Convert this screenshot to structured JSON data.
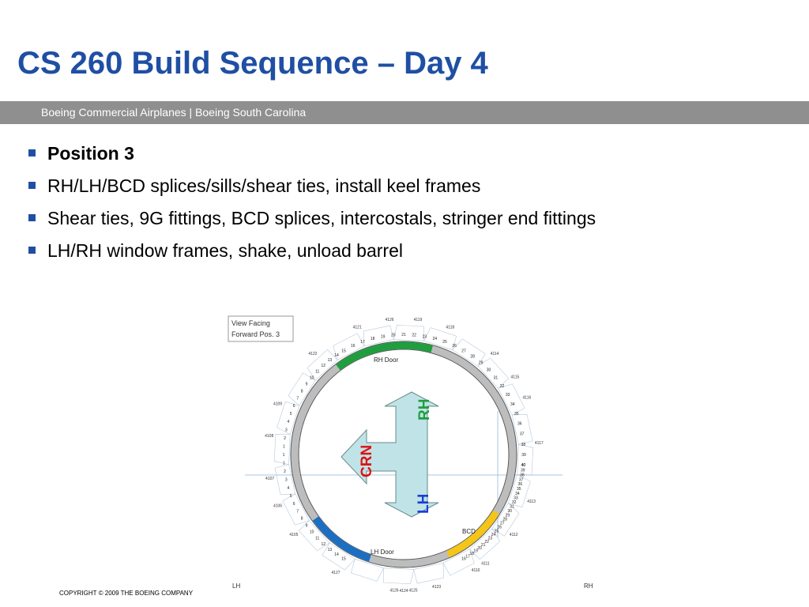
{
  "slide": {
    "title": "CS 260 Build Sequence – Day 4",
    "band_text": "Boeing Commercial Airplanes | Boeing South Carolina",
    "bullets": [
      "Position 3",
      "RH/LH/BCD splices/sills/shear ties, install keel frames",
      "Shear ties, 9G fittings, BCD splices, intercostals, stringer end fittings",
      "LH/RH window frames, shake, unload barrel"
    ],
    "copyright": "COPYRIGHT © 2009 THE BOEING COMPANY"
  },
  "diagram": {
    "view_box_line1": "View Facing",
    "view_box_line2": "Forward Pos. 3",
    "rh_door_label": "RH Door",
    "lh_door_label": "LH Door",
    "bcd_label": "BCD",
    "arrow_rh": "RH",
    "arrow_lh": "LH",
    "arrow_crn": "CRN",
    "bottom_lh": "LH",
    "bottom_rh": "RH",
    "colors": {
      "ring": "#bdbdbd",
      "rh_door": "#1f9e3f",
      "lh_door": "#1a6fc4",
      "bcd": "#f5c518",
      "arrow_fill": "#bfe3e6",
      "rh_text": "#1f9e3f",
      "lh_text": "#1a3fd6",
      "crn_text": "#e01010",
      "title": "#1f4fa3"
    },
    "panels": [
      "4126",
      "4119",
      "4121",
      "4118",
      "4122",
      "4114",
      "4115",
      "4109",
      "4116",
      "4108",
      "4117",
      "4107",
      "4106",
      "4113",
      "4105",
      "4112",
      "4111",
      "4127",
      "4110",
      "4126",
      "4125",
      "4124",
      "4123"
    ],
    "stringers_top": [
      "16",
      "17",
      "18",
      "19",
      "20",
      "21",
      "22",
      "23",
      "24",
      "25",
      "26",
      "27",
      "28",
      "29",
      "30",
      "31",
      "32",
      "33",
      "34",
      "35",
      "36",
      "37",
      "38",
      "39",
      "40"
    ],
    "stringers_left": [
      "15",
      "14",
      "13",
      "12",
      "11",
      "10",
      "9",
      "8",
      "7",
      "6",
      "5",
      "4",
      "3",
      "2",
      "1",
      "1",
      "1",
      "2",
      "3",
      "4",
      "5",
      "6",
      "7",
      "8",
      "9",
      "10",
      "11",
      "12",
      "13",
      "14",
      "15"
    ],
    "stringers_right": [
      "40",
      "39",
      "38",
      "37",
      "36",
      "35",
      "34",
      "33",
      "32",
      "31",
      "30",
      "29",
      "28",
      "27",
      "26",
      "25",
      "24",
      "23",
      "22",
      "21",
      "20",
      "19",
      "18",
      "17",
      "16"
    ],
    "red_stringers": [
      "13",
      "22"
    ]
  }
}
